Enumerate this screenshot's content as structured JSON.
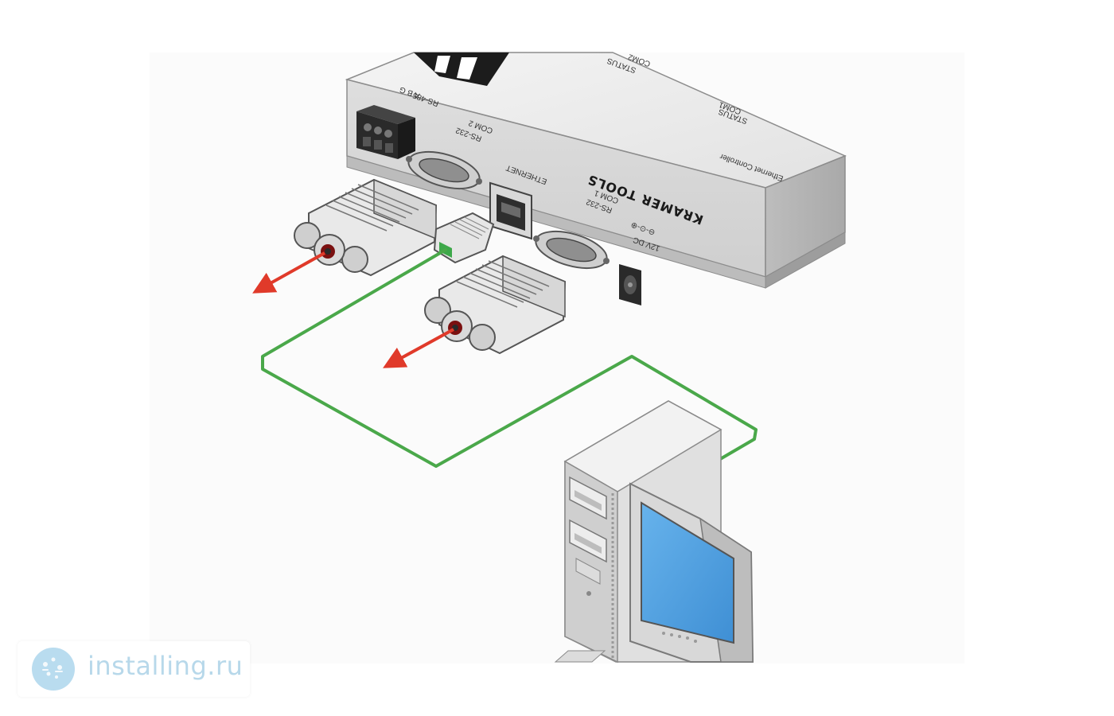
{
  "device": {
    "brand": "KRAMER TOOLS",
    "model": "Ethernet Controller",
    "ports": {
      "rs485_title": "RS-485",
      "rs485_pins": "A B G",
      "com2_type": "RS-232",
      "com2_name": "COM 2",
      "ethernet": "ETHERNET",
      "com1_type": "RS-232",
      "com1_name": "COM 1",
      "power": "12V DC",
      "power_polarity": "⊖-⊙-⊕"
    },
    "status_leds": [
      {
        "name": "STATUS",
        "port": "COM1"
      },
      {
        "name": "STATUS",
        "port": "COM2"
      }
    ]
  },
  "watermark": {
    "text": "installing.ru"
  },
  "colors": {
    "arrow": "#e03a2a",
    "cable": "#4aa84a",
    "screen": "#4a9ee0",
    "casing": "#e8e8e8",
    "watermark_text": "#b7d8ea"
  }
}
